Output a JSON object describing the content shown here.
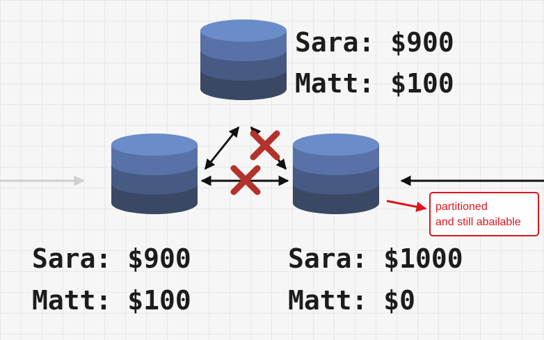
{
  "nodes": {
    "top": {
      "line1": "Sara: $900",
      "line2": "Matt: $100"
    },
    "left": {
      "line1": "Sara: $900",
      "line2": "Matt: $100"
    },
    "right": {
      "line1": "Sara: $1000",
      "line2": "Matt: $0"
    }
  },
  "annotation": {
    "line1": "partitioned",
    "line2": "and still abailable"
  },
  "colors": {
    "db_top": "#6a8cc9",
    "db_band2": "#5872a8",
    "db_band3": "#475a84",
    "db_band4": "#3a4864",
    "link": "#111111",
    "cross": "#b3332a",
    "annotation": "#e0141c",
    "incoming_faded": "#cfcfcf"
  },
  "icons": [
    "database-icon",
    "cross-icon",
    "double-arrow-icon",
    "arrow-icon"
  ]
}
